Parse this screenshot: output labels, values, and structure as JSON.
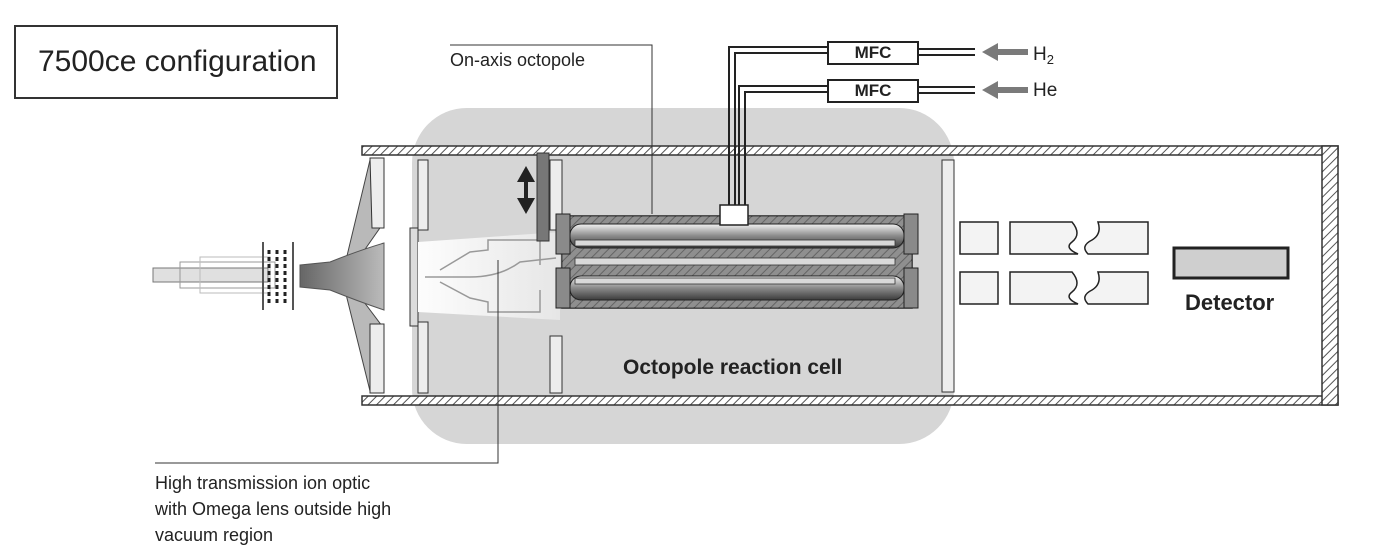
{
  "title": "7500ce configuration",
  "labels": {
    "octopole": "On-axis octopole",
    "reaction_cell": "Octopole reaction cell",
    "detector": "Detector",
    "ion_optic": [
      "High transmission ion optic",
      "with Omega lens outside high",
      "vacuum region"
    ]
  },
  "gas_lines": [
    {
      "controller": "MFC",
      "gas": "H",
      "gas_subscript": "2"
    },
    {
      "controller": "MFC",
      "gas": "He"
    }
  ],
  "colors": {
    "vacuum_region": "#d6d6d6",
    "outline": "#222222",
    "arrow": "#7a7a7a"
  }
}
